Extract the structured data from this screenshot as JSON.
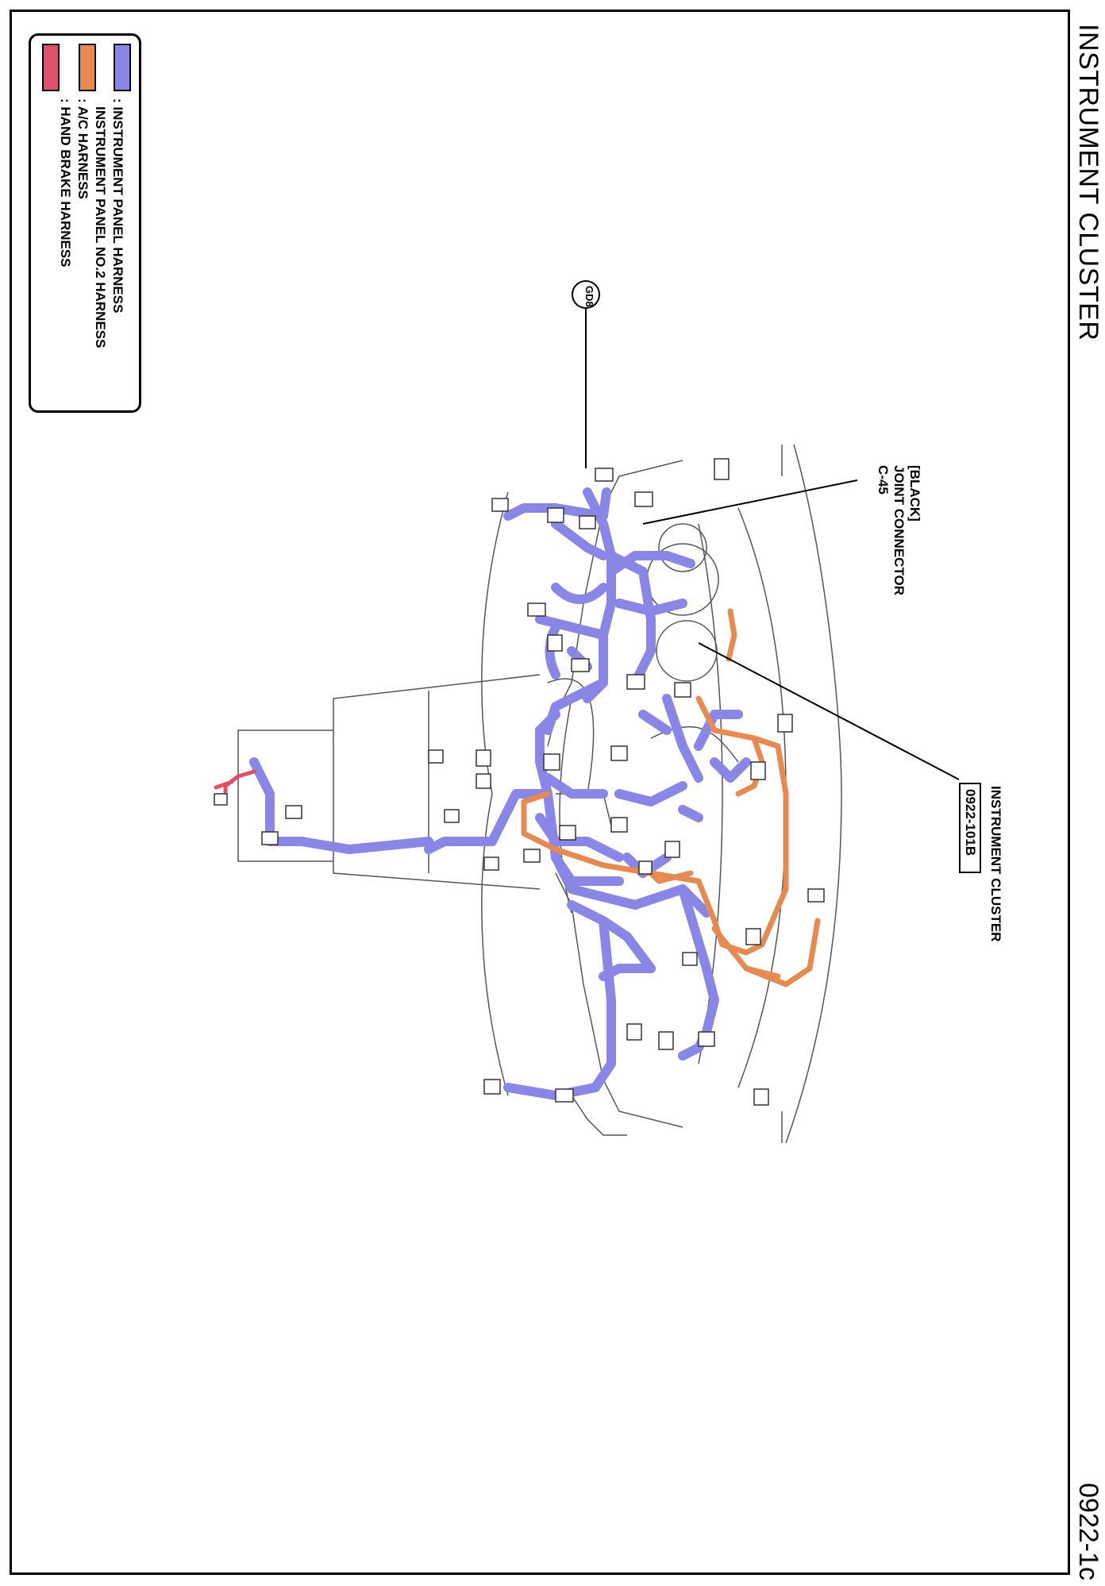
{
  "header": {
    "title": "INSTRUMENT CLUSTER",
    "page_code": "0922-1c"
  },
  "legend": [
    {
      "label": ": INSTRUMENT PANEL HARNESS",
      "color": "#8a86e6"
    },
    {
      "label": "INSTRUMENT PANEL NO.2 HARNESS",
      "color": "#8a86e6"
    },
    {
      "label": ": A/C HARNESS",
      "color": "#e58a52"
    },
    {
      "label": ": HAND BRAKE HARNESS",
      "color": "#e0506a"
    }
  ],
  "callouts": {
    "ground": "GD8",
    "joint_connector": {
      "line1": "[BLACK]",
      "line2": "JOINT CONNECTOR",
      "line3": "C-45"
    },
    "instrument_cluster": {
      "label": "INSTRUMENT CLUSTER",
      "code": "0922-101B"
    }
  },
  "colors": {
    "primary_harness": "#8a86e6",
    "ac_harness": "#e58a52",
    "hand_brake": "#e0506a",
    "outline": "#555555"
  }
}
